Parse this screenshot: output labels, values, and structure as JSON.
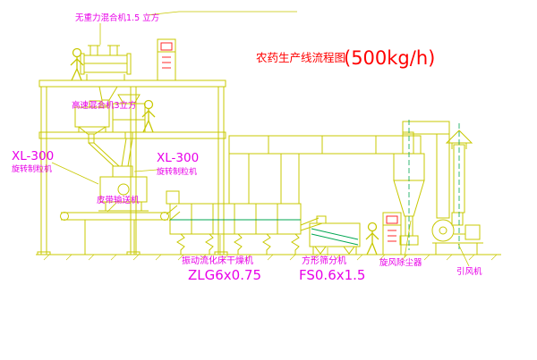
{
  "title": {
    "main": "农药生产线流程图",
    "capacity": "(500kg/h)"
  },
  "labels": {
    "gravity_mixer": "无重力混合机1.5 立方",
    "high_speed_mixer": "高速混合机3立方",
    "granulator_left_model": "XL-300",
    "granulator_left_name": "旋转制粒机",
    "granulator_center_model": "XL-300",
    "granulator_center_name": "旋转制粒机",
    "belt_conveyor": "皮带输送机",
    "dryer_name": "振动流化床干燥机",
    "dryer_model": "ZLG6x0.75",
    "sieve_name": "方形筛分机",
    "sieve_model": "FS0.6x1.5",
    "cyclone": "旋风除尘器",
    "fan": "引风机"
  },
  "colors": {
    "background": "#ffffff",
    "line_yellow": "#c8c800",
    "line_green": "#00a651",
    "label_magenta": "#e800e8",
    "title_red": "#ff0000",
    "cabinet_red": "#ff2a2a"
  }
}
